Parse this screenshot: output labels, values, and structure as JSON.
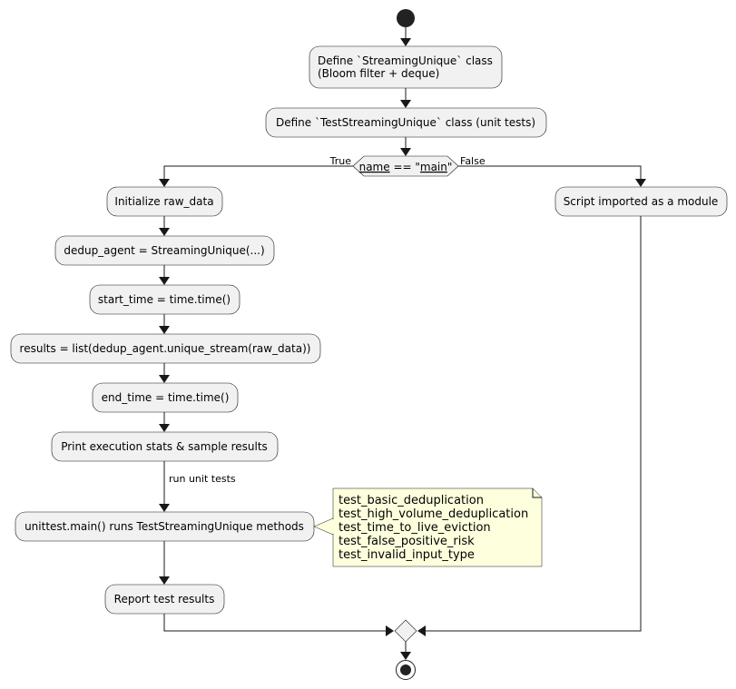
{
  "diagram": {
    "activities": {
      "define_class_line1": "Define `StreamingUnique` class",
      "define_class_line2": "(Bloom filter + deque)",
      "define_tests": "Define `TestStreamingUnique` class (unit tests)",
      "init_raw_data": "Initialize raw_data",
      "dedup_agent": "dedup_agent = StreamingUnique(...)",
      "start_time": "start_time = time.time()",
      "results": "results = list(dedup_agent.unique_stream(raw_data))",
      "end_time": "end_time = time.time()",
      "print_stats": "Print execution stats & sample results",
      "unittest_main": "unittest.main() runs TestStreamingUnique methods",
      "report_results": "Report test results",
      "imported_module": "Script imported as a module"
    },
    "condition": {
      "name_part": "name",
      "equals_part": " == \"",
      "main_part": "main",
      "close_quote": "\"",
      "true_label": "True",
      "false_label": "False"
    },
    "edge_labels": {
      "run_unit_tests": "run unit tests"
    },
    "note": {
      "lines": [
        "test_basic_deduplication",
        "test_high_volume_deduplication",
        "test_time_to_live_eviction",
        "test_false_positive_risk",
        "test_invalid_input_type"
      ]
    }
  }
}
